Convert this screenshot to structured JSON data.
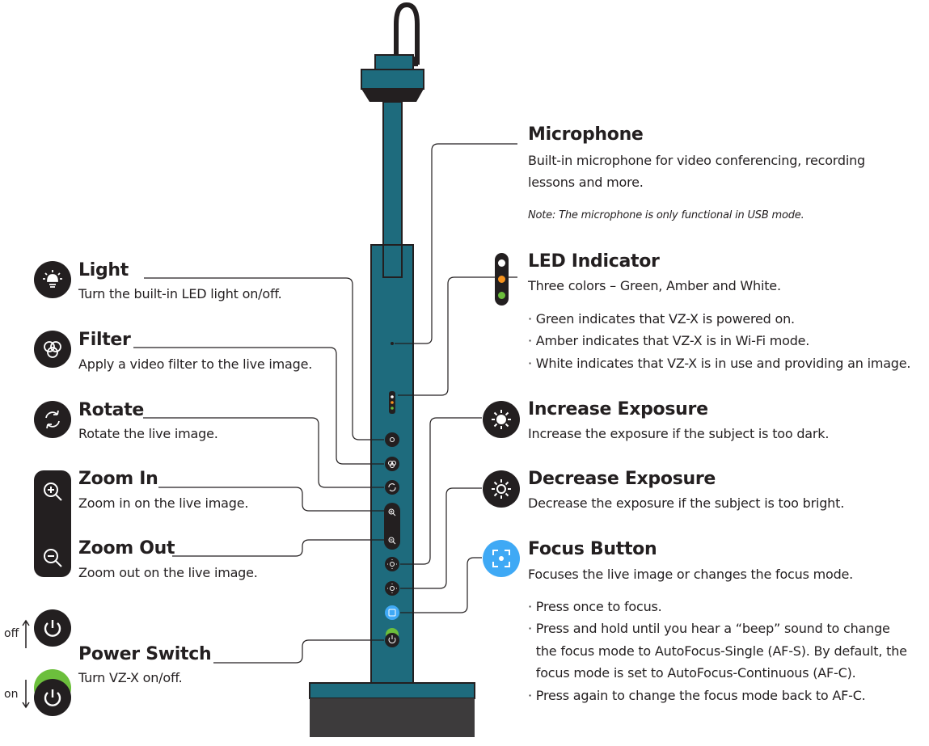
{
  "microphone": {
    "title": "Microphone",
    "desc": [
      "Built-in microphone for video conferencing, recording",
      "lessons and more."
    ],
    "note": "Note: The microphone is only functional in USB mode."
  },
  "led": {
    "title": "LED Indicator",
    "desc": "Three colors – Green, Amber and White.",
    "bullets": [
      "· Green indicates that VZ-X is powered on.",
      "· Amber indicates that VZ-X is in Wi-Fi mode.",
      "· White indicates that VZ-X is in use and providing an image."
    ]
  },
  "increase": {
    "title": "Increase Exposure",
    "desc": "Increase the exposure if the subject is too dark."
  },
  "decrease": {
    "title": "Decrease Exposure",
    "desc": "Decrease the exposure if the subject is too bright."
  },
  "focus": {
    "title": "Focus Button",
    "desc": "Focuses the live image or changes the focus mode.",
    "bullets": [
      "· Press once to focus.",
      "· Press and hold until you hear a “beep” sound to change",
      "  the focus mode to AutoFocus-Single (AF-S). By default, the",
      "  focus mode is set to AutoFocus-Continuous (AF-C).",
      "· Press again to change the focus mode back to AF-C."
    ]
  },
  "light": {
    "title": "Light",
    "desc": "Turn the built-in LED light on/off."
  },
  "filter": {
    "title": "Filter",
    "desc": "Apply a video filter to the live image."
  },
  "rotate": {
    "title": "Rotate",
    "desc": "Rotate the live image."
  },
  "zoom_in": {
    "title": "Zoom In",
    "desc": "Zoom in on the live image."
  },
  "zoom_out": {
    "title": "Zoom Out",
    "desc": "Zoom out on the live image."
  },
  "power": {
    "title": "Power Switch",
    "desc": "Turn VZ-X on/off.",
    "off_label": "off",
    "on_label": "on"
  },
  "colors": {
    "teal": "#1e6b7d",
    "dark": "#231f20",
    "focus_blue": "#3fa9f5",
    "power_green": "#6cbf3c",
    "led_green": "#6cbf3c",
    "led_amber": "#f7931e",
    "led_white": "#ffffff"
  }
}
